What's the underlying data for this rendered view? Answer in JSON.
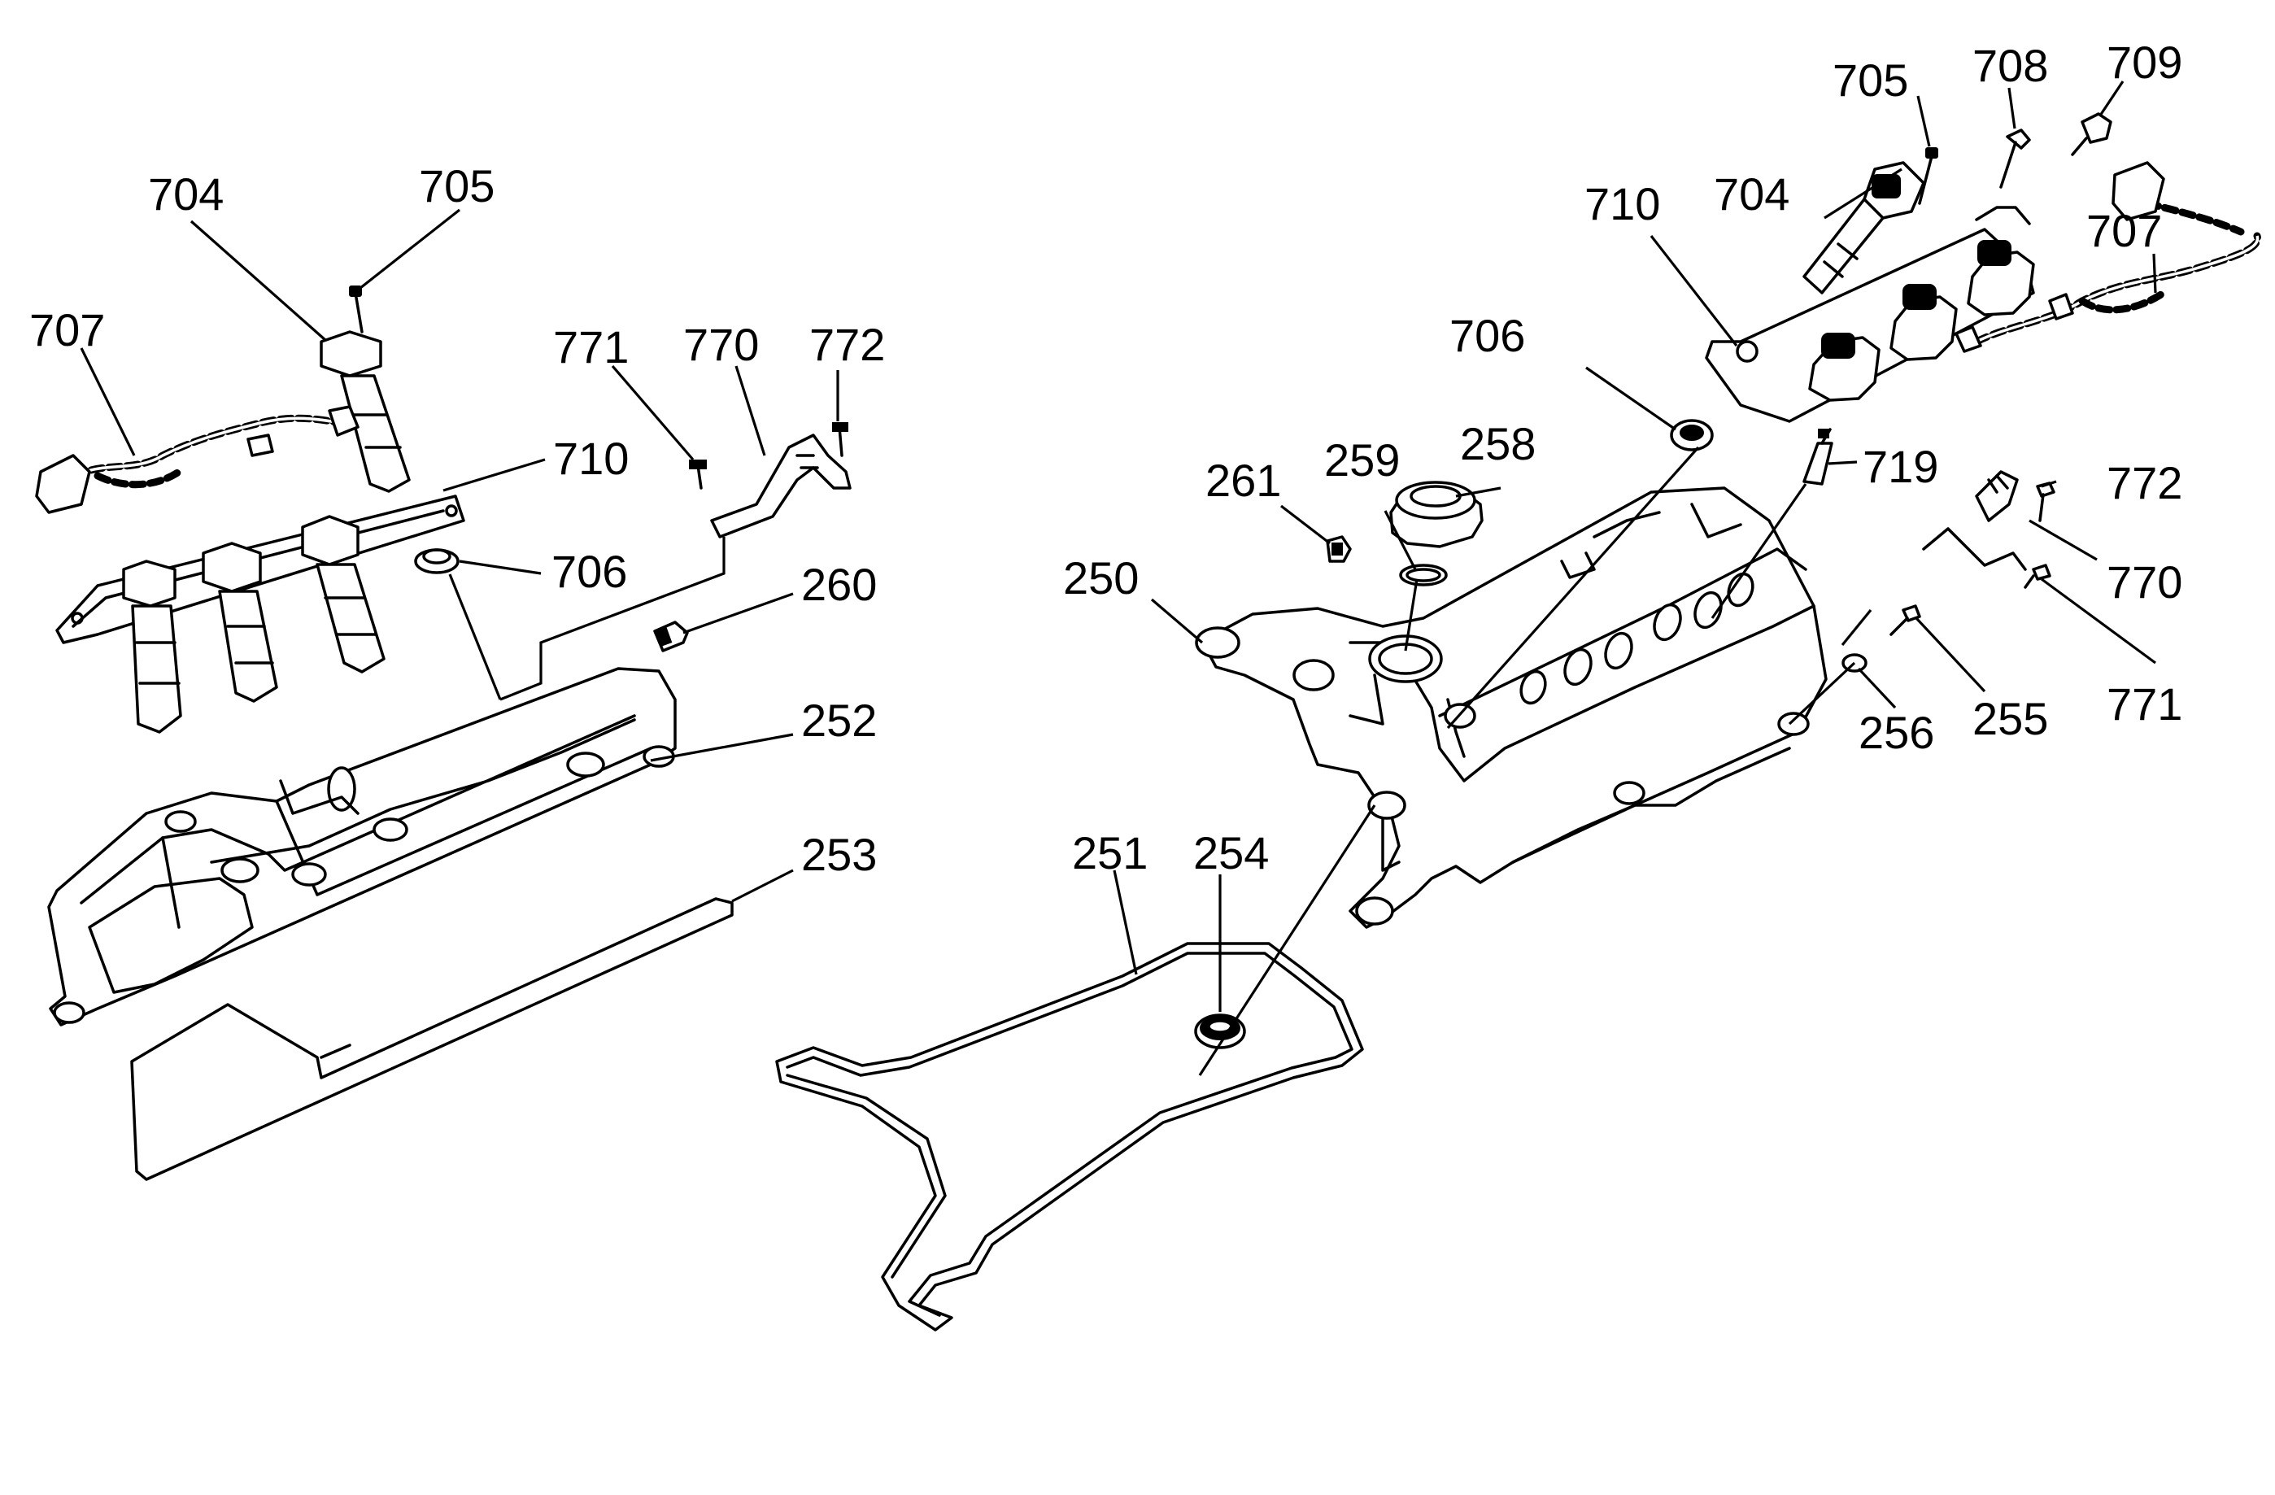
{
  "callouts": {
    "left": {
      "c704": "704",
      "c705": "705",
      "c707": "707",
      "c710": "710",
      "c706": "706",
      "c771": "771",
      "c770": "770",
      "c772": "772",
      "c260": "260",
      "c252": "252",
      "c253": "253"
    },
    "right": {
      "c705": "705",
      "c708": "708",
      "c709": "709",
      "c710": "710",
      "c704": "704",
      "c707": "707",
      "c706": "706",
      "c258": "258",
      "c259": "259",
      "c261": "261",
      "c719": "719",
      "c772": "772",
      "c770": "770",
      "c250": "250",
      "c771": "771",
      "c256": "256",
      "c255": "255",
      "c251": "251",
      "c254": "254"
    }
  }
}
